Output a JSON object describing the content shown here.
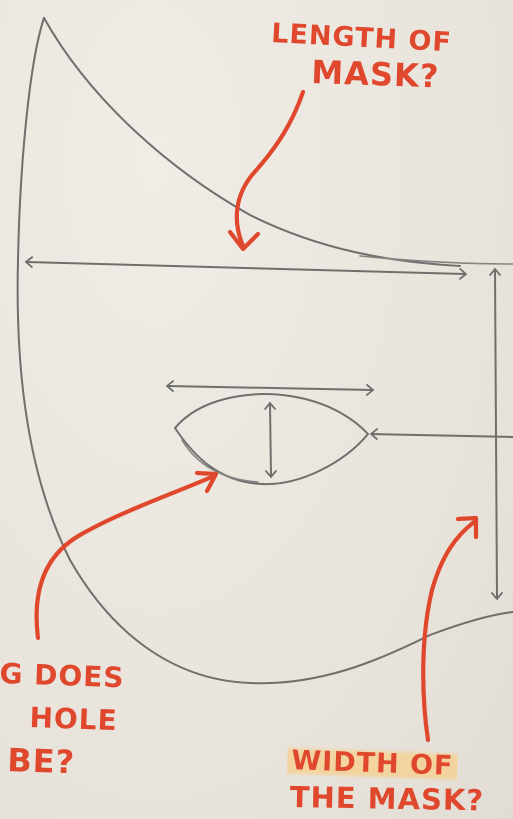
{
  "annotations": {
    "length": {
      "line1": "LENGTH OF",
      "line2": "MASK?"
    },
    "eye_hole": {
      "line1": "G DOES",
      "line2": "HOLE",
      "line3": "BE?"
    },
    "width": {
      "line1": "WIDTH OF",
      "line2": "THE MASK?"
    }
  },
  "colors": {
    "ink": "#e0482e",
    "pencil": "#6f6f6d",
    "paper": "#ebe7e0",
    "highlighter": "#f7cf8c"
  }
}
